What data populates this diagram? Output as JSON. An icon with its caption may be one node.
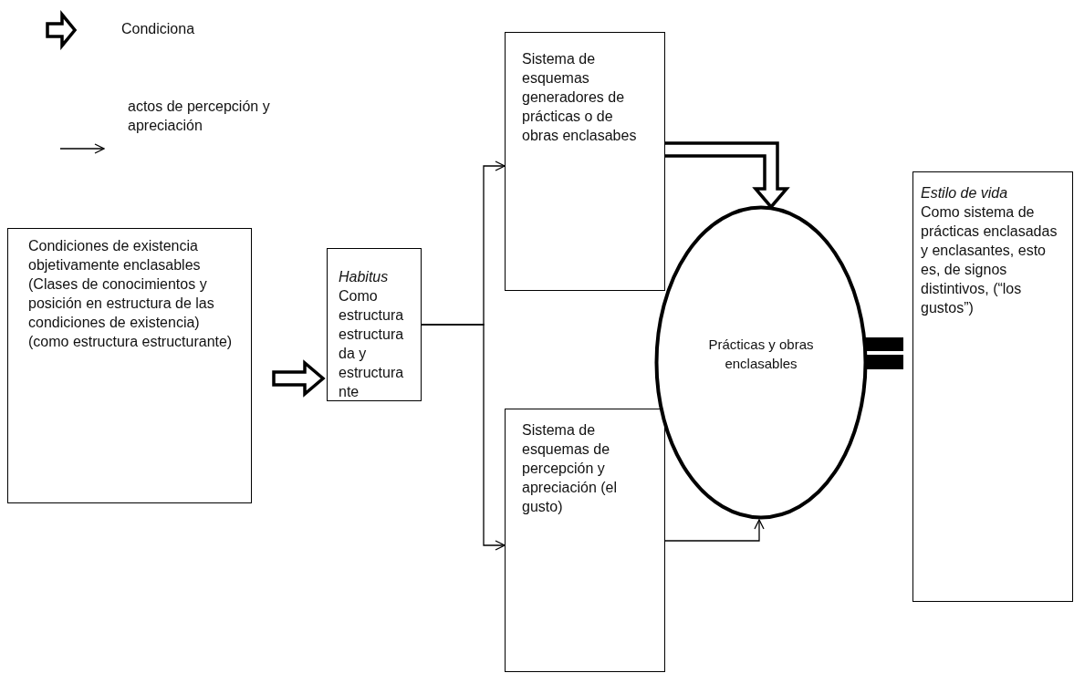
{
  "diagram": {
    "nodes": [
      {
        "text": [
          "Condiciones de existencia objetivamente enclasables",
          "(Clases de conocimientos y posición en estructura de las condiciones de existencia)",
          "(como estructura estructurante)"
        ]
      },
      {
        "text": [
          "Habitus",
          "Como estructura estructura da y estructura nte"
        ]
      },
      {
        "text": [
          "Sistema de esquemas generadores de prácticas o de obras enclasabes"
        ]
      },
      {
        "text": [
          "Sistema de esquemas de percepción y apreciación (el gusto)"
        ]
      },
      {
        "text": [
          "Prácticas y obras enclasables"
        ]
      },
      {
        "text": [
          "Estilo de vida",
          "Como sistema de prácticas enclasadas y enclasantes, esto es, de signos distintivos, (“los gustos”)"
        ]
      }
    ],
    "edges": [
      {
        "from": 0,
        "to": 1,
        "arrow": "to",
        "style": "thick"
      },
      {
        "from": 1,
        "to": 2,
        "arrow": "to"
      },
      {
        "from": 1,
        "to": 3,
        "arrow": "to"
      },
      {
        "from": 2,
        "to": 4,
        "arrow": "to",
        "style": "thick"
      },
      {
        "from": 3,
        "to": 4,
        "arrow": "to"
      }
    ],
    "legend": [
      {
        "text": "Condiciona"
      },
      {
        "text": "actos de percepción y apreciación"
      }
    ]
  }
}
